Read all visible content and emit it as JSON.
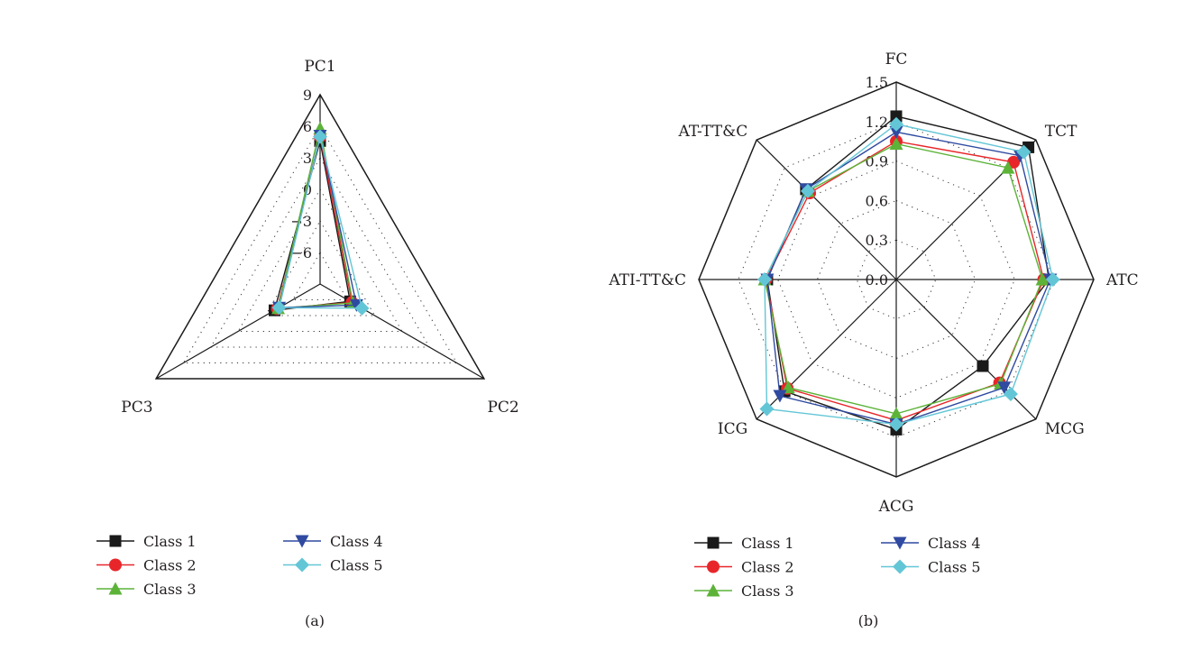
{
  "chart_data": [
    {
      "type": "radar",
      "caption": "(a)",
      "axes": [
        "PC1",
        "PC2",
        "PC3"
      ],
      "rlim": [
        -9,
        9
      ],
      "ticks": [
        "9",
        "6",
        "3",
        "0",
        "−3",
        "−6"
      ],
      "tick_values": [
        9,
        6,
        3,
        0,
        -3,
        -6
      ],
      "grid": true,
      "legend_position": "bottom",
      "series": [
        {
          "name": "Class 1",
          "color": "#1a1a1a",
          "marker": "square",
          "values": [
            4.6,
            -5.7,
            -4.0
          ]
        },
        {
          "name": "Class 2",
          "color": "#e8262a",
          "marker": "circle",
          "values": [
            5.0,
            -5.5,
            -4.3
          ]
        },
        {
          "name": "Class 3",
          "color": "#5cb338",
          "marker": "triangle",
          "values": [
            5.8,
            -5.4,
            -4.4
          ]
        },
        {
          "name": "Class 4",
          "color": "#2f4aa0",
          "marker": "triangle-down",
          "values": [
            5.1,
            -5.0,
            -4.5
          ]
        },
        {
          "name": "Class 5",
          "color": "#63c6d6",
          "marker": "diamond",
          "values": [
            5.0,
            -4.4,
            -4.5
          ]
        }
      ]
    },
    {
      "type": "radar",
      "caption": "(b)",
      "axes": [
        "FC",
        "TCT",
        "ATC",
        "MCG",
        "ACG",
        "ICG",
        "ATI-TT&C",
        "AT-TT&C"
      ],
      "rlim": [
        0,
        1.5
      ],
      "ticks": [
        "1.5",
        "1.2",
        "0.9",
        "0.6",
        "0.3",
        "0.0"
      ],
      "tick_values": [
        1.5,
        1.2,
        0.9,
        0.6,
        0.3,
        0.0
      ],
      "grid": true,
      "legend_position": "bottom",
      "series": [
        {
          "name": "Class 1",
          "color": "#1a1a1a",
          "marker": "square",
          "values": [
            1.24,
            1.42,
            1.16,
            0.93,
            1.14,
            1.2,
            0.98,
            0.97
          ]
        },
        {
          "name": "Class 2",
          "color": "#e8262a",
          "marker": "circle",
          "values": [
            1.05,
            1.26,
            1.12,
            1.11,
            1.07,
            1.17,
            0.99,
            0.93
          ]
        },
        {
          "name": "Class 3",
          "color": "#5cb338",
          "marker": "triangle",
          "values": [
            1.03,
            1.2,
            1.11,
            1.12,
            1.02,
            1.16,
            1.0,
            0.95
          ]
        },
        {
          "name": "Class 4",
          "color": "#2f4aa0",
          "marker": "triangle-down",
          "values": [
            1.12,
            1.33,
            1.17,
            1.16,
            1.1,
            1.25,
            0.98,
            0.97
          ]
        },
        {
          "name": "Class 5",
          "color": "#63c6d6",
          "marker": "diamond",
          "values": [
            1.18,
            1.37,
            1.19,
            1.23,
            1.1,
            1.39,
            1.0,
            0.95
          ]
        }
      ]
    }
  ]
}
